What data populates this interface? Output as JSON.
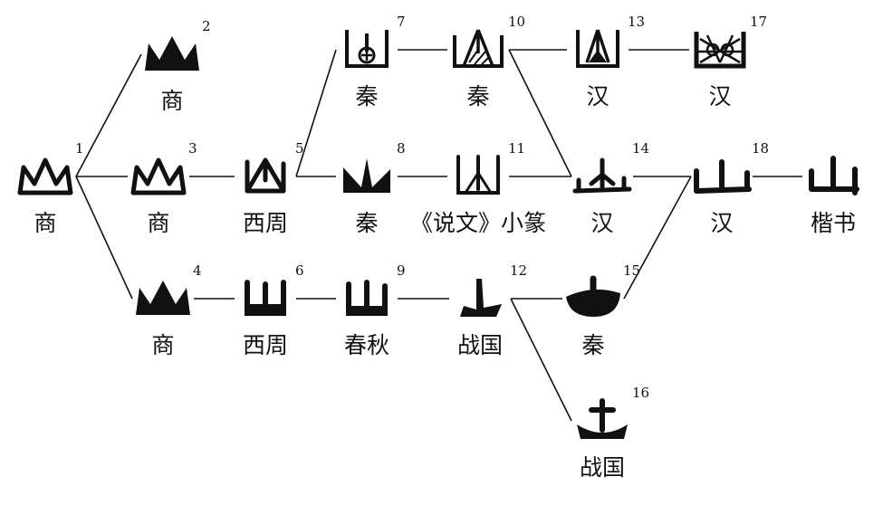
{
  "colors": {
    "ink": "#111111",
    "background": "#ffffff"
  },
  "nodes": [
    {
      "id": "n1",
      "label": "商",
      "number": "1",
      "glyph": "shang-outline-icon"
    },
    {
      "id": "n2",
      "label": "商",
      "number": "2",
      "glyph": "shang-solid-icon"
    },
    {
      "id": "n3",
      "label": "商",
      "number": "3",
      "glyph": "shang-outline-icon"
    },
    {
      "id": "n4",
      "label": "商",
      "number": "4",
      "glyph": "shang-solid-icon"
    },
    {
      "id": "n5",
      "label": "西周",
      "number": "5",
      "glyph": "zhou-outline-icon"
    },
    {
      "id": "n6",
      "label": "西周",
      "number": "6",
      "glyph": "zhou-solid-icon"
    },
    {
      "id": "n7",
      "label": "秦",
      "number": "7",
      "glyph": "qin-enclosed-icon"
    },
    {
      "id": "n8",
      "label": "秦",
      "number": "8",
      "glyph": "qin-inked-icon"
    },
    {
      "id": "n9",
      "label": "春秋",
      "number": "9",
      "glyph": "chunqiu-icon"
    },
    {
      "id": "n10",
      "label": "秦",
      "number": "10",
      "glyph": "qin-hatched-icon"
    },
    {
      "id": "n11",
      "label": "《说文》小篆",
      "number": "11",
      "glyph": "shuowen-seal-icon"
    },
    {
      "id": "n12",
      "label": "战国",
      "number": "12",
      "glyph": "zhanguo-icon"
    },
    {
      "id": "n13",
      "label": "汉",
      "number": "13",
      "glyph": "han-hatched-icon"
    },
    {
      "id": "n14",
      "label": "汉",
      "number": "14",
      "glyph": "han-low-peak-icon"
    },
    {
      "id": "n15",
      "label": "秦",
      "number": "15",
      "glyph": "qin-bowl-icon"
    },
    {
      "id": "n16",
      "label": "战国",
      "number": "16",
      "glyph": "zhanguo-anchor-icon"
    },
    {
      "id": "n17",
      "label": "汉",
      "number": "17",
      "glyph": "han-lattice-icon"
    },
    {
      "id": "n18",
      "label": "汉",
      "number": "18",
      "glyph": "han-clerical-icon"
    },
    {
      "id": "n19",
      "label": "楷书",
      "number": "",
      "glyph": "kaishu-shan-icon"
    }
  ],
  "edges": [
    [
      "n1",
      "n2"
    ],
    [
      "n1",
      "n3"
    ],
    [
      "n1",
      "n4"
    ],
    [
      "n3",
      "n5"
    ],
    [
      "n5",
      "n7"
    ],
    [
      "n5",
      "n8"
    ],
    [
      "n7",
      "n10"
    ],
    [
      "n10",
      "n13"
    ],
    [
      "n13",
      "n17"
    ],
    [
      "n8",
      "n11"
    ],
    [
      "n10",
      "n14"
    ],
    [
      "n11",
      "n14"
    ],
    [
      "n14",
      "n18"
    ],
    [
      "n15",
      "n18"
    ],
    [
      "n18",
      "n19"
    ],
    [
      "n4",
      "n6"
    ],
    [
      "n6",
      "n9"
    ],
    [
      "n9",
      "n12"
    ],
    [
      "n12",
      "n15"
    ],
    [
      "n12",
      "n16"
    ]
  ]
}
